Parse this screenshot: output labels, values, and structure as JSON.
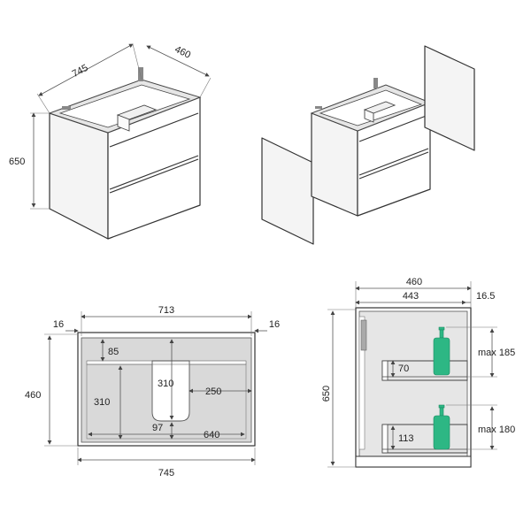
{
  "iso_view": {
    "width_label": "745",
    "depth_label": "460",
    "height_label": "650"
  },
  "top_view": {
    "overall_inner_label": "713",
    "left_side_label": "16",
    "right_side_label": "16",
    "depth_label": "460",
    "back_gap_label": "85",
    "inner_depth_label": "310",
    "cutout_depth_label": "310",
    "cutout_right_label": "250",
    "cutout_width_label": "97",
    "drawer_width_label": "640",
    "overall_width_label": "745"
  },
  "side_view": {
    "overall_depth_label": "460",
    "inner_depth_label": "443",
    "panel_label": "16.5",
    "height_label": "650",
    "upper_shelf_label": "70",
    "upper_max_label": "max 185",
    "lower_shelf_label": "113",
    "lower_max_label": "max 180"
  },
  "colors": {
    "bottle": "#2db784",
    "panel_fill": "#e6e6e6"
  }
}
